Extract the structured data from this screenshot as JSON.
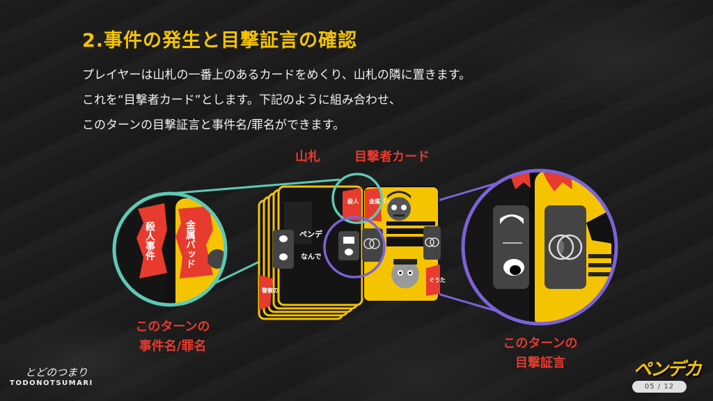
{
  "slide": {
    "title": "2.事件の発生と目撃証言の確認",
    "body_lines": [
      "プレイヤーは山札の一番上のあるカードをめくり、山札の隣に置きます。",
      "これを“目撃者カード”とします。下記のように組み合わせ、",
      "このターンの目撃証言と事件名/罪名ができます。"
    ]
  },
  "diagram": {
    "label_deck": "山札",
    "label_witness": "目撃者カード",
    "label_crime": [
      "このターンの",
      "事件名/罪名"
    ],
    "label_testimony": [
      "このターンの",
      "目撃証言"
    ],
    "zoom_left_text_1": "殺人事件",
    "zoom_left_text_2": "金属バッド",
    "deck_card_text_1": "ペンデ",
    "deck_card_text_2": "なんで",
    "witness_card_text_1": "殺人",
    "witness_card_text_2": "金属バッ",
    "witness_card_text_3": "ぐうた",
    "deck_side_text": "警察の",
    "colors": {
      "teal": "#5ec9b5",
      "purple": "#7b63d6",
      "red": "#e63b2e",
      "yellow": "#f5c400"
    }
  },
  "footer": {
    "brand_script": "とどのつまり",
    "brand_caps": "TODONOTSUMARI",
    "game_logo": "ペンデカ",
    "page": "05 / 12"
  }
}
